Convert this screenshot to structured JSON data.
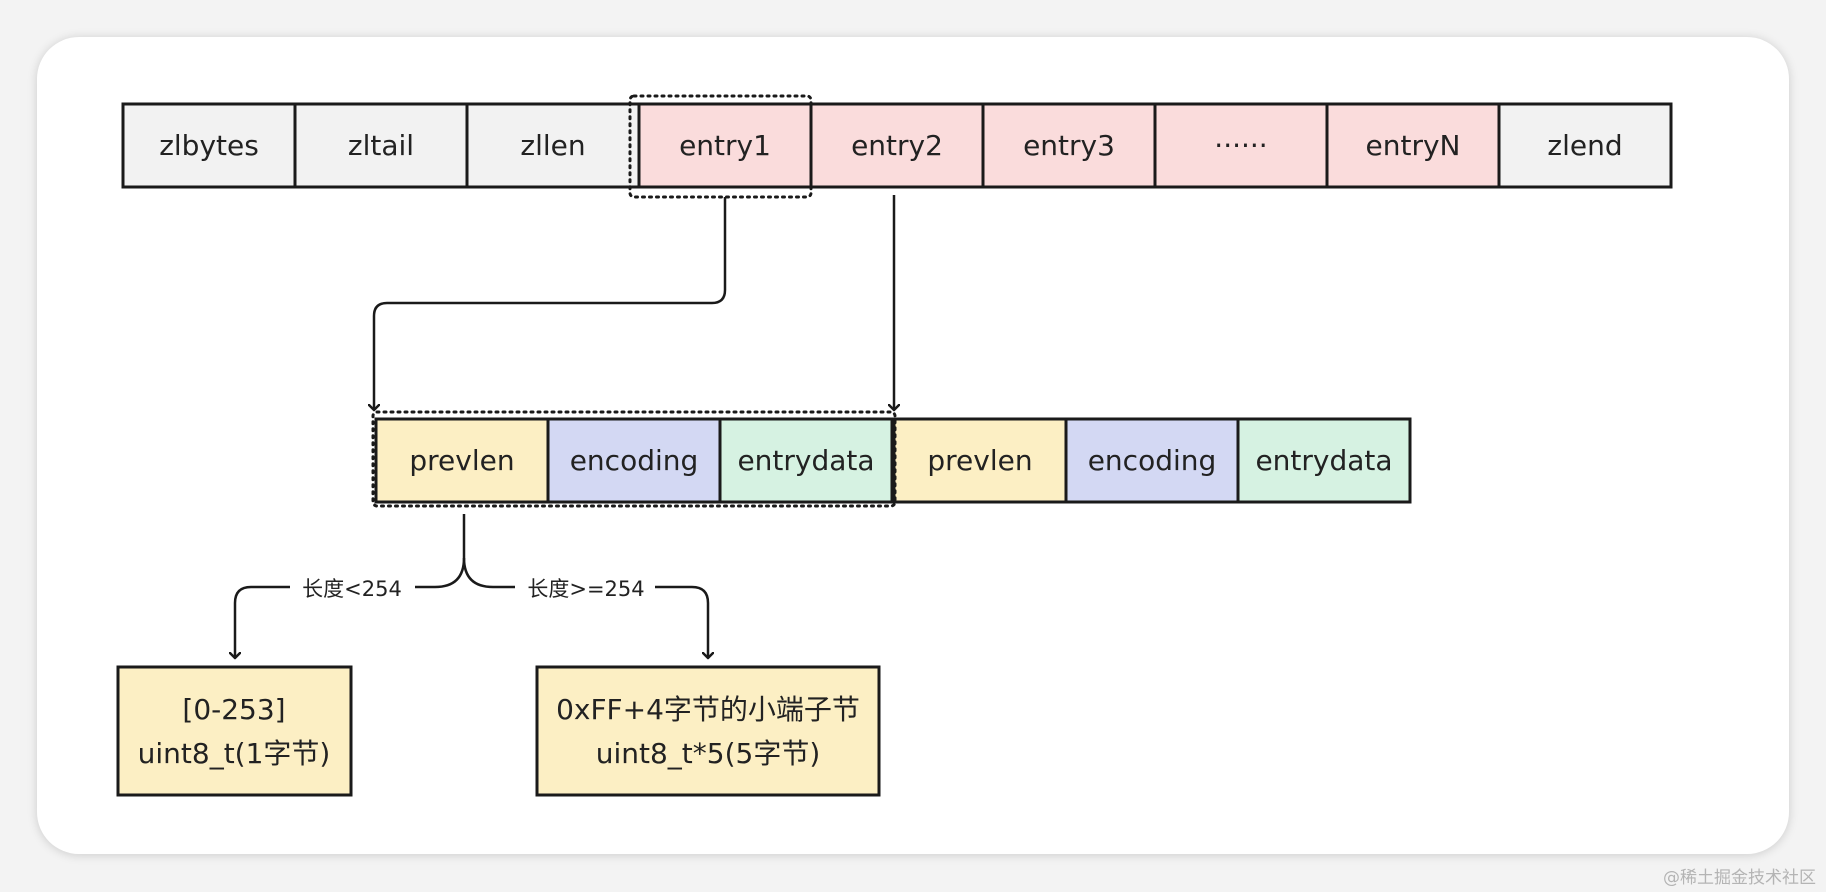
{
  "ziplist": {
    "cells": [
      {
        "label": "zlbytes",
        "color": "#f2f2f2"
      },
      {
        "label": "zltail",
        "color": "#f2f2f2"
      },
      {
        "label": "zllen",
        "color": "#f2f2f2"
      },
      {
        "label": "entry1",
        "color": "#fadcdc"
      },
      {
        "label": "entry2",
        "color": "#fadcdc"
      },
      {
        "label": "entry3",
        "color": "#fadcdc"
      },
      {
        "label": "······",
        "color": "#fadcdc"
      },
      {
        "label": "entryN",
        "color": "#fadcdc"
      },
      {
        "label": "zlend",
        "color": "#f2f2f2"
      }
    ]
  },
  "entry_layout": {
    "cells": [
      {
        "label": "prevlen",
        "color": "#fcefc4"
      },
      {
        "label": "encoding",
        "color": "#d3d8f3"
      },
      {
        "label": "entrydata",
        "color": "#d6f2e2"
      },
      {
        "label": "prevlen",
        "color": "#fcefc4"
      },
      {
        "label": "encoding",
        "color": "#d3d8f3"
      },
      {
        "label": "entrydata",
        "color": "#d6f2e2"
      }
    ]
  },
  "branches": {
    "left_condition": "长度<254",
    "right_condition": "长度>=254"
  },
  "results": {
    "left": {
      "line1": "[0-253]",
      "line2": "uint8_t(1字节)"
    },
    "right": {
      "line1": "0xFF+4字节的小端子节",
      "line2": "uint8_t*5(5字节)"
    },
    "color": "#fcefc4"
  },
  "watermark": "@稀土掘金技术社区"
}
